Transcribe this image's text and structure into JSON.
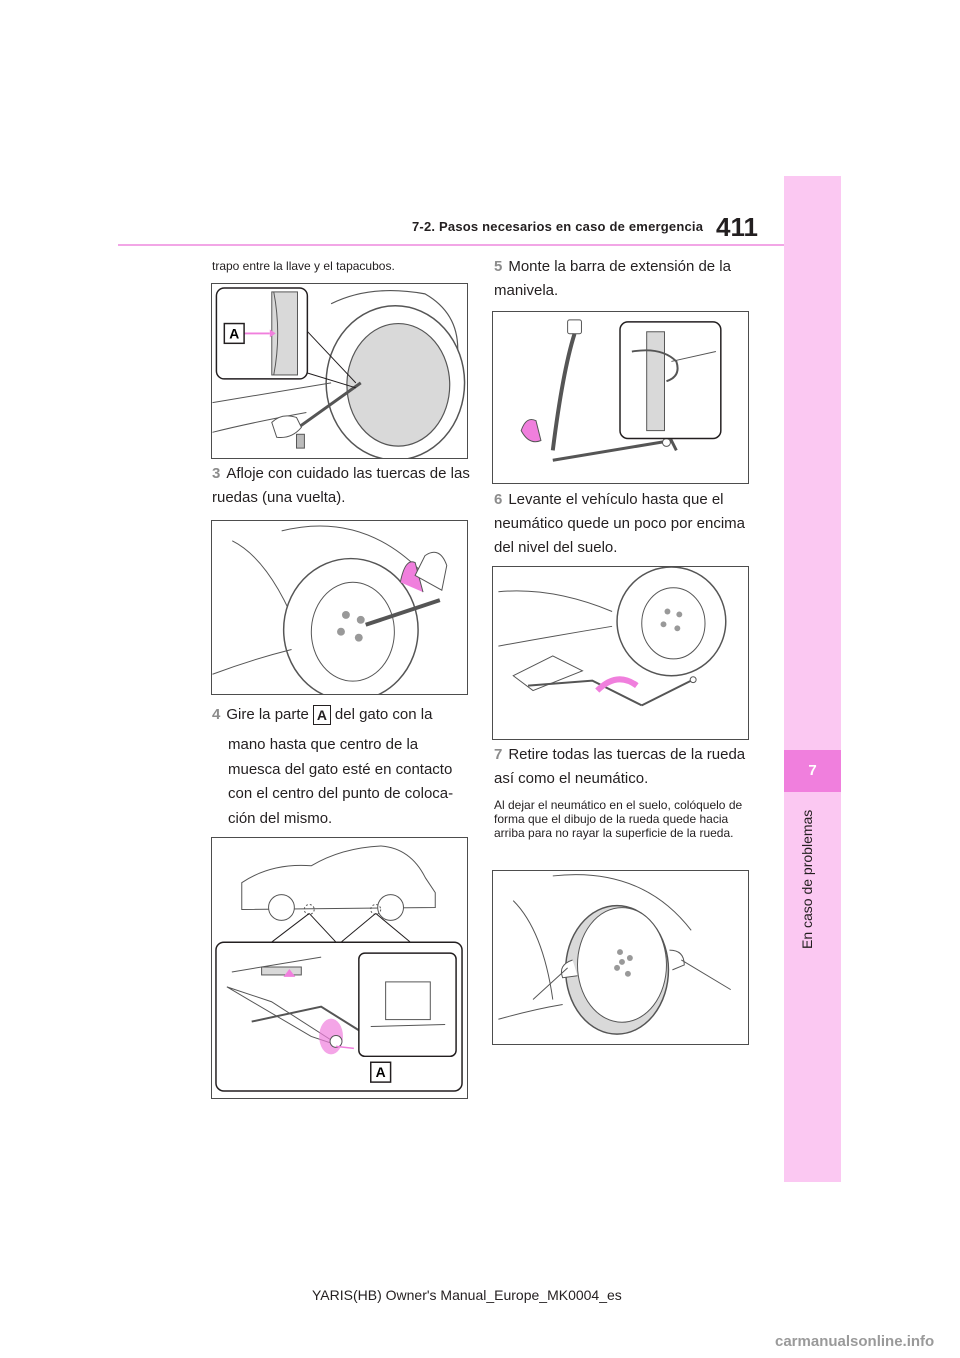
{
  "header": {
    "section_title": "7-2. Pasos necesarios en caso de emergencia",
    "page_number": "411"
  },
  "side_tab": {
    "chapter_number": "7",
    "chapter_title": "En caso de problemas"
  },
  "left_column": {
    "intro_text": "trapo entre la llave y el tapacubos.",
    "figure1_label": "A",
    "step3": {
      "num": "3",
      "text": "Afloje con cuidado las tuercas de las ruedas (una vuelta)."
    },
    "step4": {
      "num": "4",
      "text_before": "Gire la parte",
      "part": "A",
      "text_after": "del gato con la",
      "text_rest": "mano hasta que centro de la muesca del gato esté en contacto con el centro del punto de coloca­ción del mismo."
    },
    "figure3_label": "A"
  },
  "right_column": {
    "step5": {
      "num": "5",
      "text": "Monte la barra de extensión de la manivela."
    },
    "step6": {
      "num": "6",
      "text": "Levante el vehículo hasta que el neumático quede un poco por encima del nivel del suelo."
    },
    "step7": {
      "num": "7",
      "text": "Retire todas las tuercas de la rueda así como el neumático."
    },
    "note": "Al dejar el neumático en el suelo, colóquelo de forma que el dibujo de la rueda quede hacia arriba para no rayar la superficie de la rueda."
  },
  "footer": {
    "manual_id": "YARIS(HB) Owner's Manual_Europe_MK0004_es",
    "watermark": "carmanualsonline.info"
  },
  "colors": {
    "accent_pink": "#f07fdd",
    "tab_pink": "#fbc8f2",
    "header_line": "#f2a6e6"
  }
}
